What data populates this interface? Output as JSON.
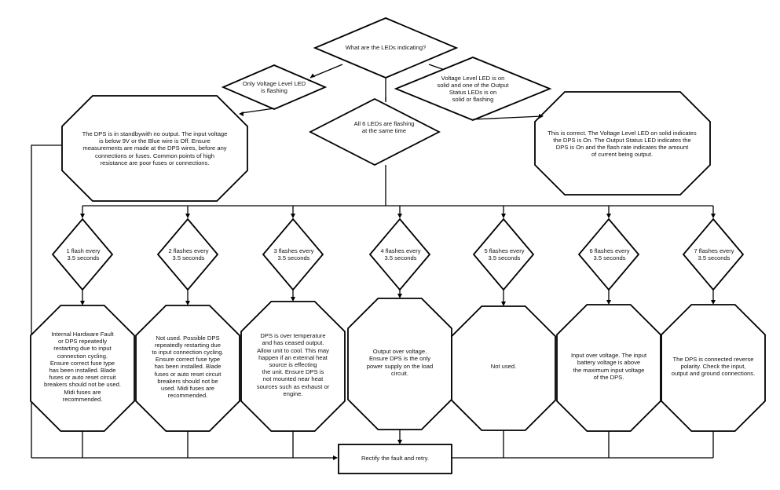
{
  "diagram": {
    "question": [
      "What are the LEDs indicating?"
    ],
    "only_voltage": [
      "Only Voltage Level LED",
      "is flashing"
    ],
    "voltage_solid": [
      "Voltage Level LED is on",
      "solid and one of the Output",
      "Status LEDs is on",
      "solid or flashing"
    ],
    "all_six": [
      "All 6 LEDs are flashing",
      "at the same time"
    ],
    "standby": [
      "The DPS is in standbywith no output. The input voltage",
      "is below 9V or the Blue wire is Off. Ensure",
      "measurements are made at the DPS wires, before any",
      "connections or fuses. Common points of high",
      "resistance are poor fuses or connections."
    ],
    "correct": [
      "This is correct. The Voltage Level LED on solid indicates",
      "the DPS is On. The Output Status LED indicates the",
      "DPS is On and the flash rate indicates the amount",
      "of current being output."
    ],
    "flashes": [
      [
        "1 flash every",
        "3.5 seconds"
      ],
      [
        "2 flashes every",
        "3.5 seconds"
      ],
      [
        "3 flashes every",
        "3.5 seconds"
      ],
      [
        "4 flashes every",
        "3.5 seconds"
      ],
      [
        "5 flashes every",
        "3.5 seconds"
      ],
      [
        "6 flashes every",
        "3.5 seconds"
      ],
      [
        "7 flashes every",
        "3.5 seconds"
      ]
    ],
    "results": [
      [
        "Internal Hardware Fault",
        "or DPS repeatedly",
        "restarting due to input",
        "connection cycling.",
        "Ensure correct fuse type",
        "has been installed. Blade",
        "fuses or auto reset circuit",
        "breakers should not be used.",
        "Midi fuses are",
        "recommended."
      ],
      [
        "Not used. Possible DPS",
        "repeatedly restarting due",
        "to input connection cycling.",
        "Ensure correct fuse type",
        "has been installed. Blade",
        "fuses or auto reset circuit",
        "breakers should not be",
        "used. Midi fuses are",
        "recommended."
      ],
      [
        "DPS is over temperature",
        "and has ceased output.",
        "Allow unit to cool. This may",
        "happen if an external heat",
        "source is effecting",
        "the unit. Ensure DPS is",
        "not mounted near heat",
        "sources such as exhaust or",
        "engine."
      ],
      [
        "Output over voltage.",
        "Ensure DPS is the only",
        "power supply on the load",
        "circuit."
      ],
      [
        "Not used."
      ],
      [
        "Input over voltage. The input",
        "battery voltage is above",
        "the maximum input voltage",
        "of the DPS."
      ],
      [
        "The DPS is connected reverse",
        "polarity. Check the input,",
        "output and ground connections."
      ]
    ],
    "rectify": [
      "Rectify the fault and retry."
    ]
  },
  "colors": {
    "stroke": "#000000",
    "fill": "#ffffff",
    "text": "#111111"
  }
}
